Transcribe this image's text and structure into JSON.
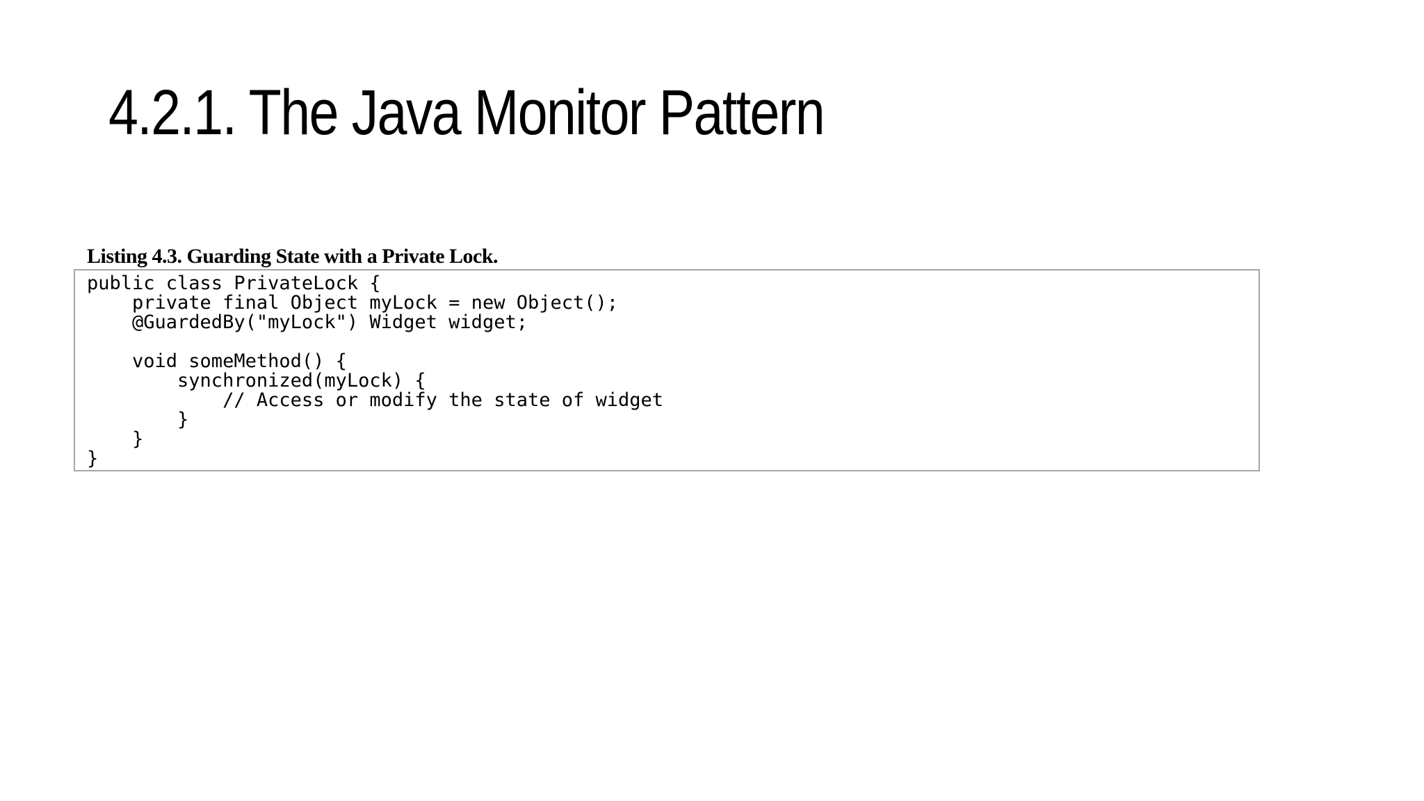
{
  "slide": {
    "title": "4.2.1. The Java Monitor Pattern",
    "listing": {
      "caption": "Listing 4.3. Guarding State with a Private Lock.",
      "language": "java",
      "code_lines": [
        "public class PrivateLock {",
        "    private final Object myLock = new Object();",
        "    @GuardedBy(\"myLock\") Widget widget;",
        "",
        "    void someMethod() {",
        "        synchronized(myLock) {",
        "            // Access or modify the state of widget",
        "        }",
        "    }",
        "}"
      ]
    },
    "colors": {
      "background": "#ffffff",
      "text": "#000000",
      "code_box_border": "#a6a6a6"
    }
  }
}
